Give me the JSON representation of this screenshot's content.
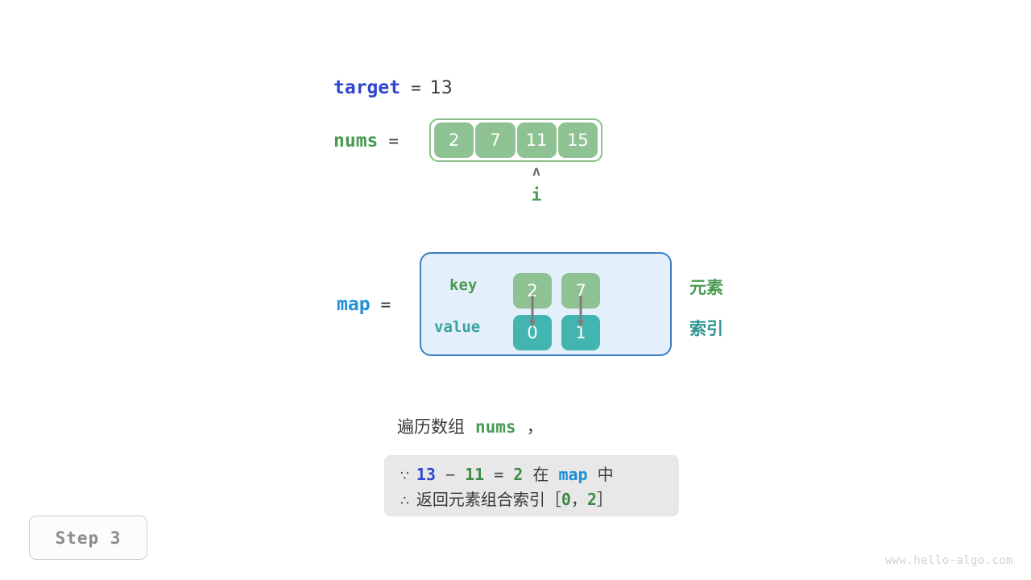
{
  "colors": {
    "target_blue": "#2f46cf",
    "nums_green": "#4a9a52",
    "map_blue": "#1f8fd6",
    "cell_green": "#8fc293",
    "cell_teal": "#43b5b0",
    "map_panel_bg": "#e3f0fb",
    "map_panel_border": "#3b7fc4",
    "array_border": "#8cc08c",
    "conclusion_bg": "#e8e8e8",
    "text_dark": "#3a3a3a",
    "arrow_gray": "#7d7d7d",
    "watermark_gray": "#d2d2d2"
  },
  "target": {
    "name": "target",
    "equals": "=",
    "value": "13"
  },
  "nums": {
    "name": "nums",
    "equals": "=",
    "cells": [
      "2",
      "7",
      "11",
      "15"
    ],
    "pointer": {
      "caret": "ʌ",
      "label": "i",
      "index": 2
    }
  },
  "map": {
    "name": "map",
    "equals": "=",
    "row_labels": {
      "key": "key",
      "value": "value"
    },
    "entries": [
      {
        "key": "2",
        "value": "0"
      },
      {
        "key": "7",
        "value": "1"
      }
    ],
    "side_labels": {
      "element": "元素",
      "index": "索引"
    }
  },
  "caption": {
    "prefix": "遍历数组",
    "code": "nums",
    "suffix": "，"
  },
  "conclusion": {
    "line1": {
      "symbol": "∵",
      "a": "13",
      "minus": "−",
      "b": "11",
      "eq": "=",
      "c": "2",
      "in": "在",
      "map": "map",
      "tail": "中"
    },
    "line2": {
      "symbol": "∴",
      "text": "返回元素组合索引",
      "bracket_open": "［",
      "i0": "0",
      "comma": "，",
      "i1": "2",
      "bracket_close": "］"
    }
  },
  "step_badge": {
    "label": "Step 3"
  },
  "watermark": {
    "text": "www.hello-algo.com"
  }
}
